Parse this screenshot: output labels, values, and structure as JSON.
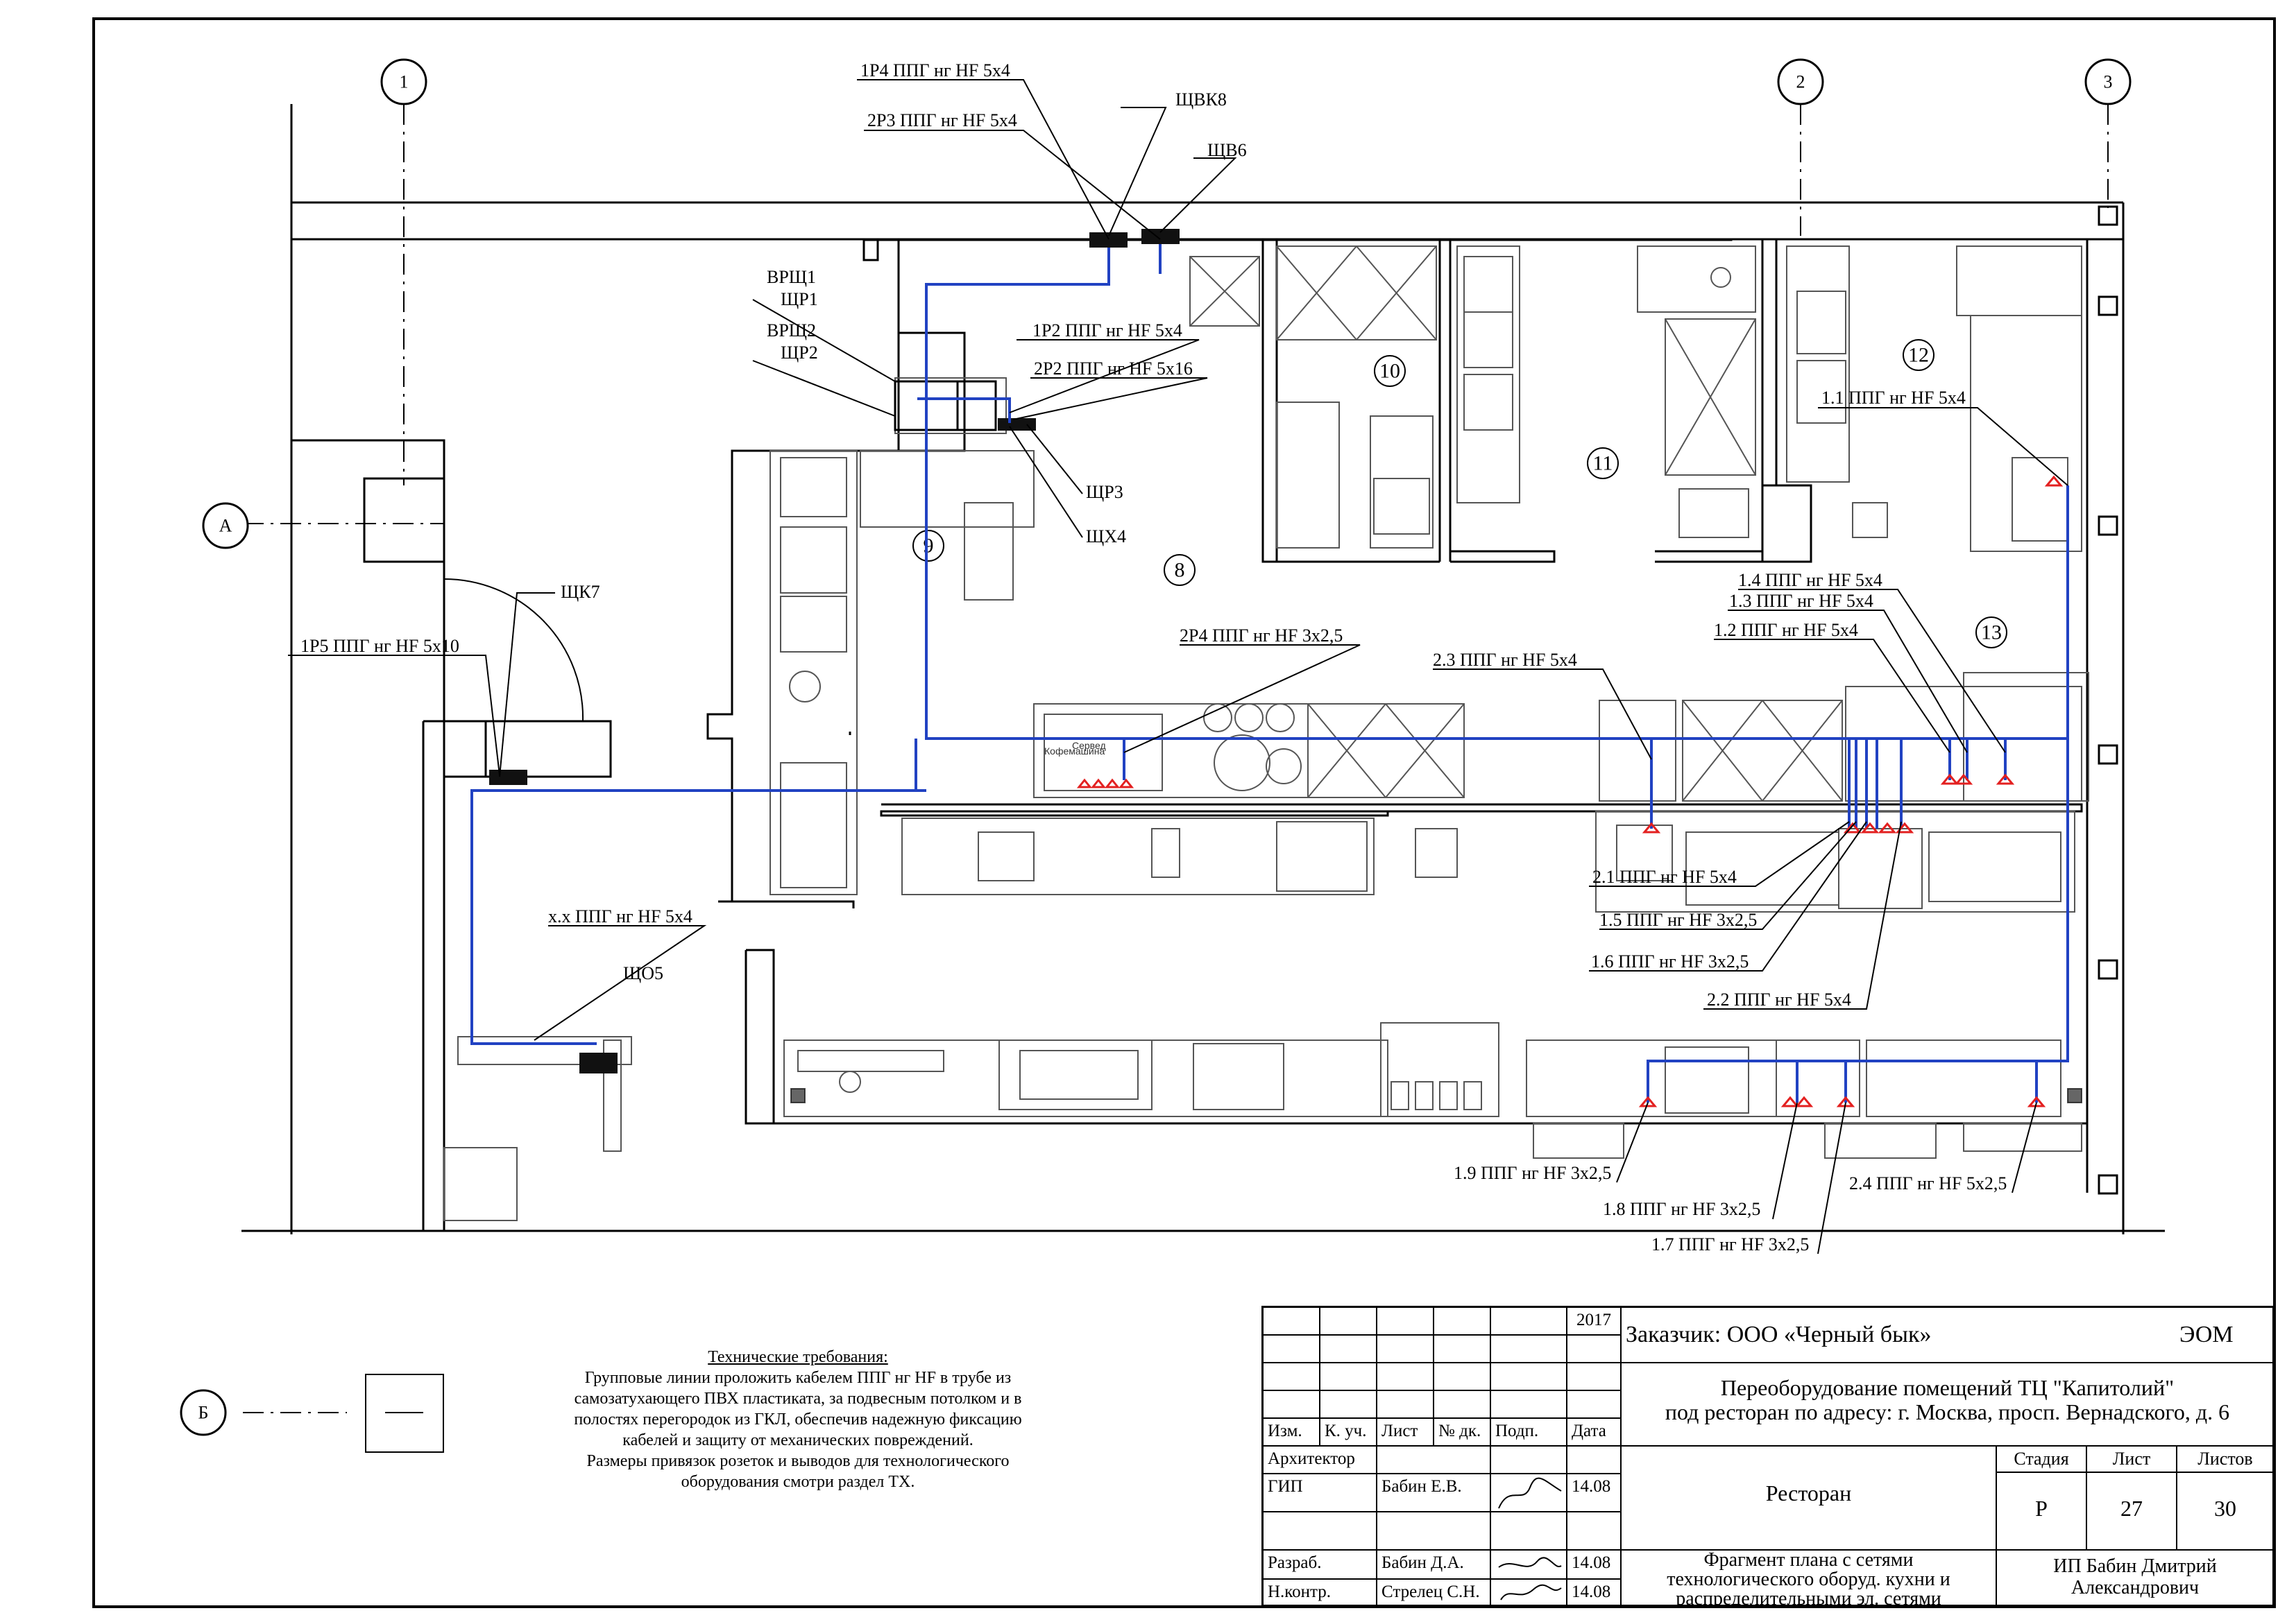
{
  "axes": [
    {
      "label": "1"
    },
    {
      "label": "2"
    },
    {
      "label": "3"
    },
    {
      "label": "А"
    },
    {
      "label": "Б"
    }
  ],
  "rooms": [
    "8",
    "9",
    "10",
    "11",
    "12",
    "13"
  ],
  "panels": {
    "shchvk8": "ЩВК8",
    "shchv6": "ЩВ6",
    "vrsh1": "ВРЩ1",
    "shchr1": "ЩР1",
    "vrsh2": "ВРЩ2",
    "shchr2": "ЩР2",
    "shchr3": "ЩР3",
    "shchx4": "ЩХ4",
    "shchk7": "ЩК7",
    "shcho5": "ЩО5"
  },
  "cables": {
    "c1p4": "1Р4 ППГ нг HF 5х4",
    "c2p3": "2Р3 ППГ нг HF 5х4",
    "c1p2": "1Р2 ППГ нг HF 5х4",
    "c2p2": "2Р2 ППГ нг HF 5х16",
    "c1p5": "1Р5 ППГ нг HF 5х10",
    "cxx": "х.х ППГ нг HF 5х4",
    "c2p4": "2Р4 ППГ нг HF 3х2,5",
    "c23": "2.3 ППГ нг HF 5х4",
    "c11": "1.1 ППГ нг HF 5х4",
    "c14": "1.4 ППГ нг HF 5х4",
    "c13": "1.3 ППГ нг HF 5х4",
    "c12": "1.2 ППГ нг HF 5х4",
    "c21": "2.1 ППГ нг HF 5х4",
    "c15": "1.5 ППГ нг HF 3х2,5",
    "c16": "1.6 ППГ нг HF 3х2,5",
    "c22": "2.2 ППГ нг HF 5х4",
    "c19": "1.9 ППГ нг HF 3х2,5",
    "c18": "1.8 ППГ нг HF 3х2,5",
    "c17": "1.7 ППГ нг HF 3х2,5",
    "c24": "2.4 ППГ нг HF 5х2,5"
  },
  "equipment": {
    "coffee": "Кофемашина",
    "cafe": "Сервед"
  },
  "notes": {
    "title": "Технические требования:",
    "lines": [
      "Групповые линии проложить кабелем ППГ нг HF в трубе из",
      "самозатухающего ПВХ пластиката, за подвесным потолком и в",
      "полостях перегородок из ГКЛ, обеспечив надежную фиксацию",
      "кабелей и защиту от механических повреждений.",
      "Размеры привязок розеток и выводов для технологического",
      "оборудования смотри раздел ТХ."
    ]
  },
  "stamp": {
    "year": "2017",
    "customer": "Заказчик:  ООО «Черный бык»",
    "code": "ЭОМ",
    "project_line1": "Переоборудование помещений ТЦ \"Капитолий\"",
    "project_line2": "под ресторан по адресу: г. Москва, просп. Вернадского, д. 6",
    "headers": {
      "izm": "Изм.",
      "kuch": "К. уч.",
      "list": "Лист",
      "ndk": "№ дк.",
      "podp": "Подп.",
      "data": "Дата"
    },
    "roles": [
      {
        "role": "Архитектор",
        "name": "",
        "date": ""
      },
      {
        "role": "ГИП",
        "name": "Бабин Е.В.",
        "date": "14.08"
      },
      {
        "role": "Разраб.",
        "name": "Бабин Д.А.",
        "date": "14.08"
      },
      {
        "role": "Н.контр.",
        "name": "Стрелец С.Н.",
        "date": "14.08"
      }
    ],
    "object": "Ресторан",
    "stage_h": "Стадия",
    "sheet_h": "Лист",
    "sheets_h": "Листов",
    "stage": "Р",
    "sheet": "27",
    "sheets": "30",
    "drawing_title": [
      "Фрагмент плана с сетями",
      "технологического оборуд. кухни и",
      "распределительными эл. сетями"
    ],
    "org": [
      "ИП Бабин Дмитрий",
      "Александрович"
    ]
  }
}
